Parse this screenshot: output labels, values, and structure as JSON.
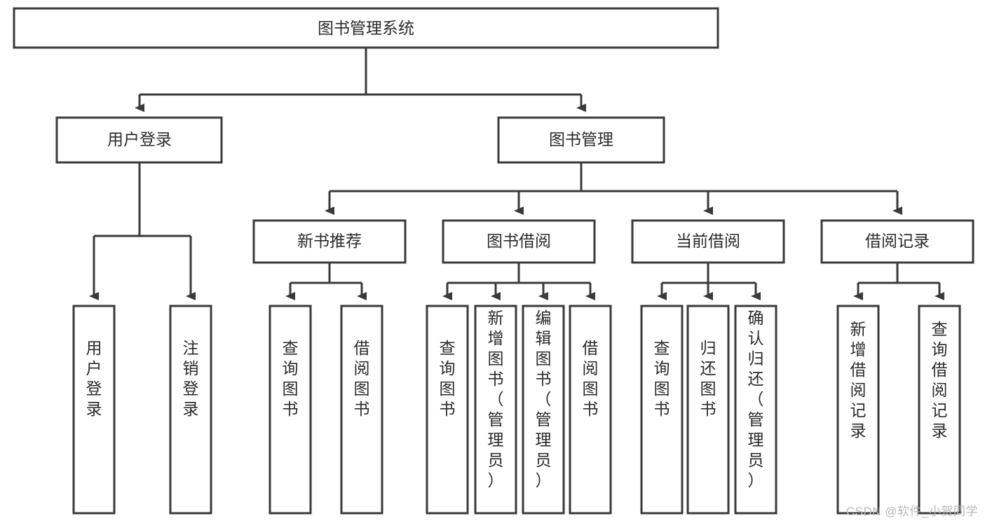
{
  "diagram": {
    "type": "tree",
    "title": "图书管理系统",
    "orientation": "top-down",
    "watermark": "CSDN @软件_小贺同学",
    "colors": {
      "stroke": "#3a3a3a",
      "fill": "#ffffff",
      "text": "#2b2b2b",
      "watermark": "#b9b9b9"
    },
    "levels": {
      "root": {
        "label": "图书管理系统"
      },
      "level2": [
        {
          "id": "user-login",
          "label": "用户登录"
        },
        {
          "id": "book-manage",
          "label": "图书管理"
        }
      ],
      "level3": [
        {
          "id": "new-book-recommend",
          "label": "新书推荐",
          "parent": "book-manage"
        },
        {
          "id": "book-borrow",
          "label": "图书借阅",
          "parent": "book-manage"
        },
        {
          "id": "current-borrow",
          "label": "当前借阅",
          "parent": "book-manage"
        },
        {
          "id": "borrow-record",
          "label": "借阅记录",
          "parent": "book-manage"
        }
      ],
      "leaves": [
        {
          "id": "leaf-user-login",
          "label": "用户登录",
          "parent": "user-login"
        },
        {
          "id": "leaf-user-logout",
          "label": "注销登录",
          "parent": "user-login"
        },
        {
          "id": "leaf-query-book-1",
          "label": "查询图书",
          "parent": "new-book-recommend"
        },
        {
          "id": "leaf-borrow-book-1",
          "label": "借阅图书",
          "parent": "new-book-recommend"
        },
        {
          "id": "leaf-query-book-2",
          "label": "查询图书",
          "parent": "book-borrow"
        },
        {
          "id": "leaf-add-book",
          "label": "新增图书（管理员）",
          "parent": "book-borrow"
        },
        {
          "id": "leaf-edit-book",
          "label": "编辑图书（管理员）",
          "parent": "book-borrow"
        },
        {
          "id": "leaf-borrow-book-2",
          "label": "借阅图书",
          "parent": "book-borrow"
        },
        {
          "id": "leaf-query-book-3",
          "label": "查询图书",
          "parent": "current-borrow"
        },
        {
          "id": "leaf-return-book",
          "label": "归还图书",
          "parent": "current-borrow"
        },
        {
          "id": "leaf-confirm-return",
          "label": "确认归还（管理员）",
          "parent": "current-borrow"
        },
        {
          "id": "leaf-add-record",
          "label": "新增借阅记录",
          "parent": "borrow-record"
        },
        {
          "id": "leaf-query-record",
          "label": "查询借阅记录",
          "parent": "borrow-record"
        }
      ]
    }
  }
}
